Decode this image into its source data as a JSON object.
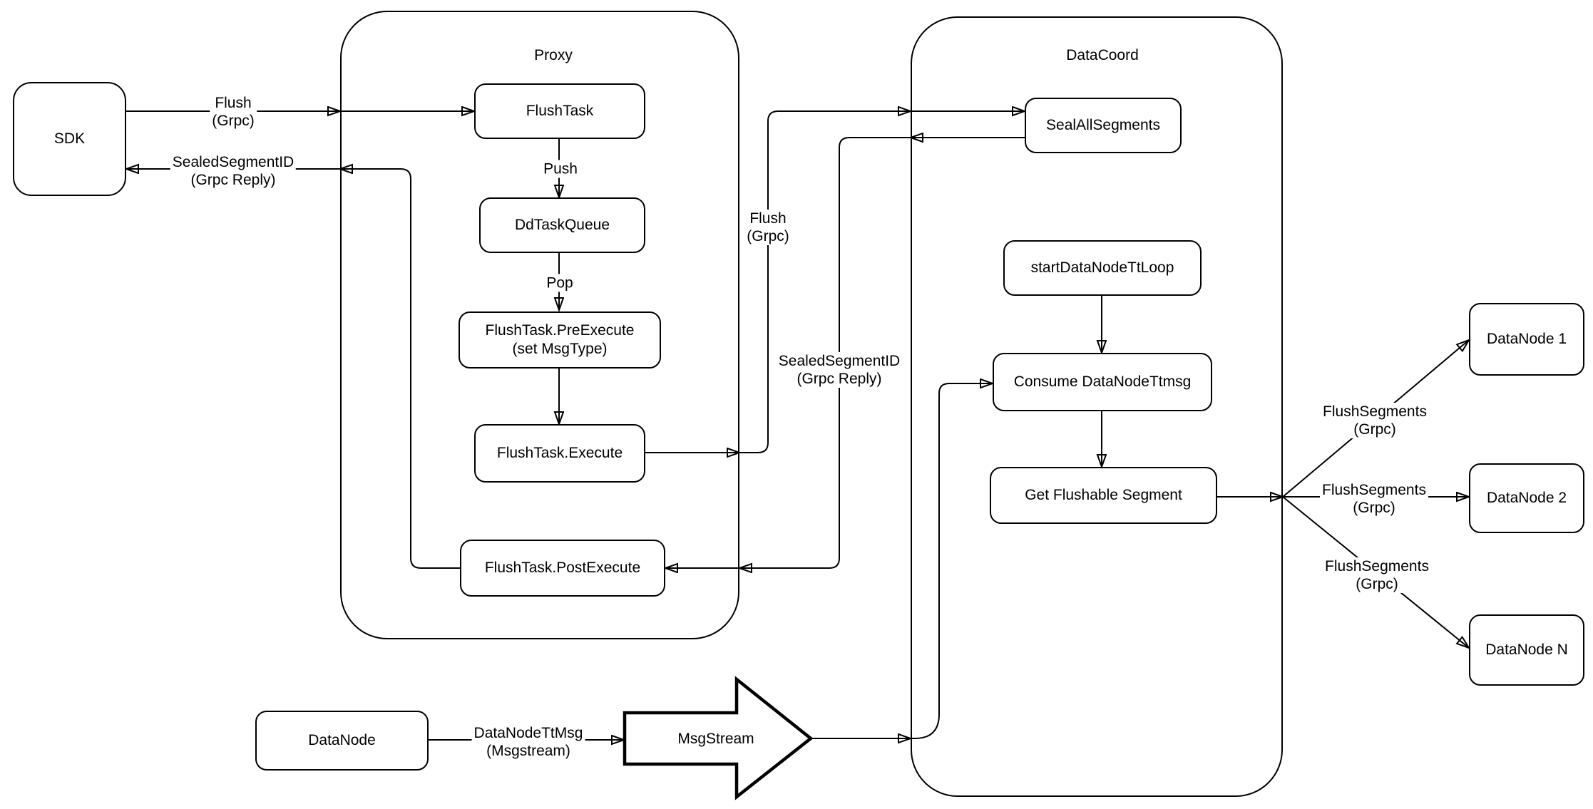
{
  "containers": {
    "proxy": "Proxy",
    "data_coord": "DataCoord"
  },
  "nodes": {
    "sdk": "SDK",
    "flush_task": "FlushTask",
    "dd_task_queue": "DdTaskQueue",
    "pre_execute": "FlushTask.PreExecute\n(set MsgType)",
    "execute": "FlushTask.Execute",
    "post_execute": "FlushTask.PostExecute",
    "seal_all_segments": "SealAllSegments",
    "start_data_node_tt_loop": "startDataNodeTtLoop",
    "consume_data_node_ttmsg": "Consume DataNodeTtmsg",
    "get_flushable_segment": "Get Flushable Segment",
    "data_node_1": "DataNode 1",
    "data_node_2": "DataNode 2",
    "data_node_n": "DataNode N",
    "data_node": "DataNode",
    "msg_stream": "MsgStream"
  },
  "edge_labels": {
    "flush_grpc_sdk_proxy": "Flush\n(Grpc)",
    "sealed_segment_id_proxy_sdk": "SealedSegmentID\n(Grpc Reply)",
    "push": "Push",
    "pop": "Pop",
    "flush_grpc_proxy_datacoord": "Flush\n(Grpc)",
    "sealed_segment_id_datacoord_proxy": "SealedSegmentID\n(Grpc Reply)",
    "flush_segments_grpc_1": "FlushSegments\n(Grpc)",
    "flush_segments_grpc_2": "FlushSegments\n(Grpc)",
    "flush_segments_grpc_3": "FlushSegments\n(Grpc)",
    "data_node_tt_msg": "DataNodeTtMsg\n(Msgstream)"
  },
  "colors": {
    "stroke": "#000000",
    "background": "#ffffff"
  }
}
